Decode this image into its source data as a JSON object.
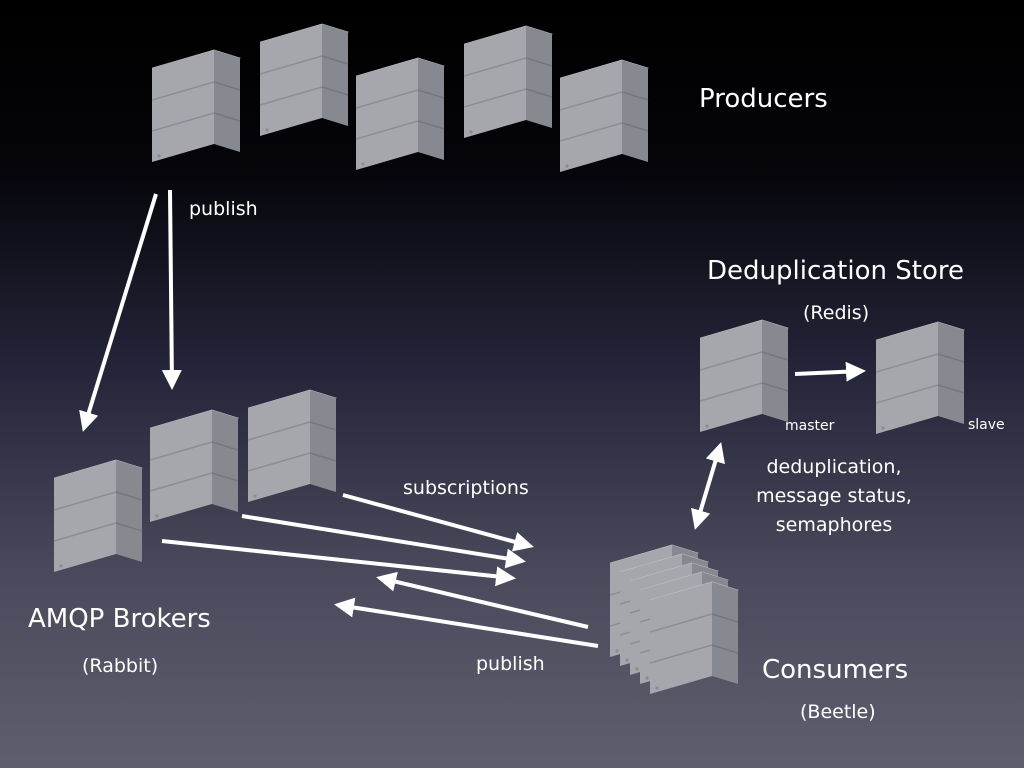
{
  "labels": {
    "producers": "Producers",
    "publish_top": "publish",
    "dedup_title": "Deduplication Store",
    "redis": "(Redis)",
    "master": "master",
    "slave": "slave",
    "dedup_line1": "deduplication,",
    "dedup_line2": "message status,",
    "dedup_line3": "semaphores",
    "subscriptions": "subscriptions",
    "amqp_brokers": "AMQP Brokers",
    "rabbit": "(Rabbit)",
    "publish_bottom": "publish",
    "consumers": "Consumers",
    "beetle": "(Beetle)"
  },
  "colors": {
    "server_front": "#a6a8ae",
    "server_side": "#868891",
    "server_top": "#c8cacf",
    "arrow": "#ffffff"
  },
  "icons": {
    "server": "server-icon",
    "arrow": "arrow-icon"
  }
}
